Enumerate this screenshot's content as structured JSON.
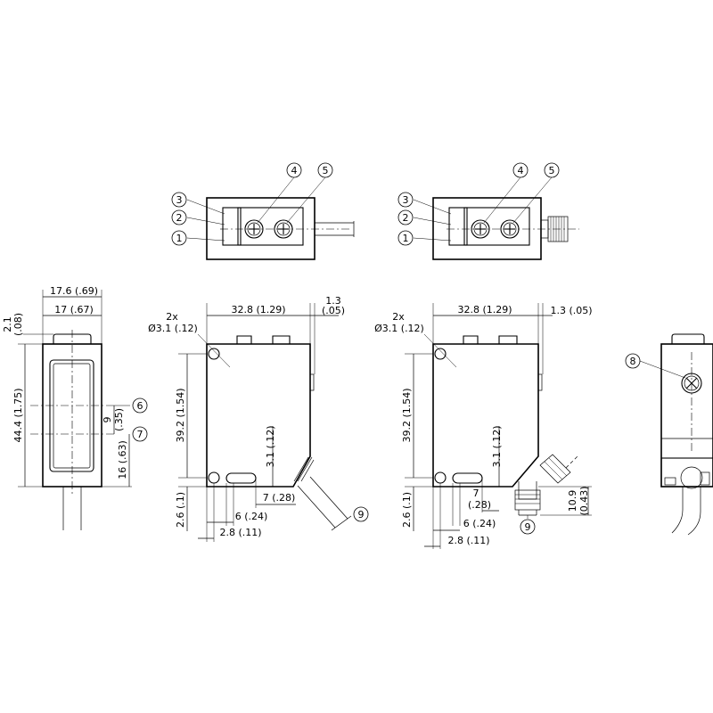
{
  "views": {
    "top_cable": {
      "callouts": {
        "c1": "1",
        "c2": "2",
        "c3": "3",
        "c4": "4",
        "c5": "5"
      }
    },
    "top_connector": {
      "callouts": {
        "c1": "1",
        "c2": "2",
        "c3": "3",
        "c4": "4",
        "c5": "5"
      }
    },
    "front": {
      "dims": {
        "outer_width": "17.6 (.69)",
        "inner_width": "17 (.67)",
        "top_offset_a": "2.1",
        "top_offset_b": "(.08)",
        "height": "44.4 (1.75)",
        "axis_gap_a": "9",
        "axis_gap_b": "(.35)",
        "lower_height": "16 (.63)"
      },
      "callouts": {
        "c6": "6",
        "c7": "7"
      }
    },
    "side_cable": {
      "dims": {
        "width": "32.8 (1.29)",
        "offset_a": "1.3",
        "offset_b": "(.05)",
        "holes_count": "2x",
        "hole_dia": "Ø3.1 (.12)",
        "height": "39.2 (1.54)",
        "hole_height": "3.1 (.12)",
        "slot_7": "7 (.28)",
        "slot_6": "6 (.24)",
        "slot_28": "2.8 (.11)",
        "bottom": "2.6 (.1)"
      },
      "callouts": {
        "c9": "9"
      }
    },
    "side_connector": {
      "dims": {
        "width": "32.8 (1.29)",
        "offset": "1.3 (.05)",
        "holes_count": "2x",
        "hole_dia": "Ø3.1 (.12)",
        "height": "39.2 (1.54)",
        "hole_height": "3.1 (.12)",
        "slot_7_a": "7",
        "slot_7_b": "(.28)",
        "slot_6": "6 (.24)",
        "slot_28": "2.8 (.11)",
        "bottom": "2.6 (.1)",
        "conn_a": "10.9",
        "conn_b": "(0.43)"
      },
      "callouts": {
        "c9": "9"
      }
    },
    "rear": {
      "callouts": {
        "c8": "8"
      }
    }
  }
}
